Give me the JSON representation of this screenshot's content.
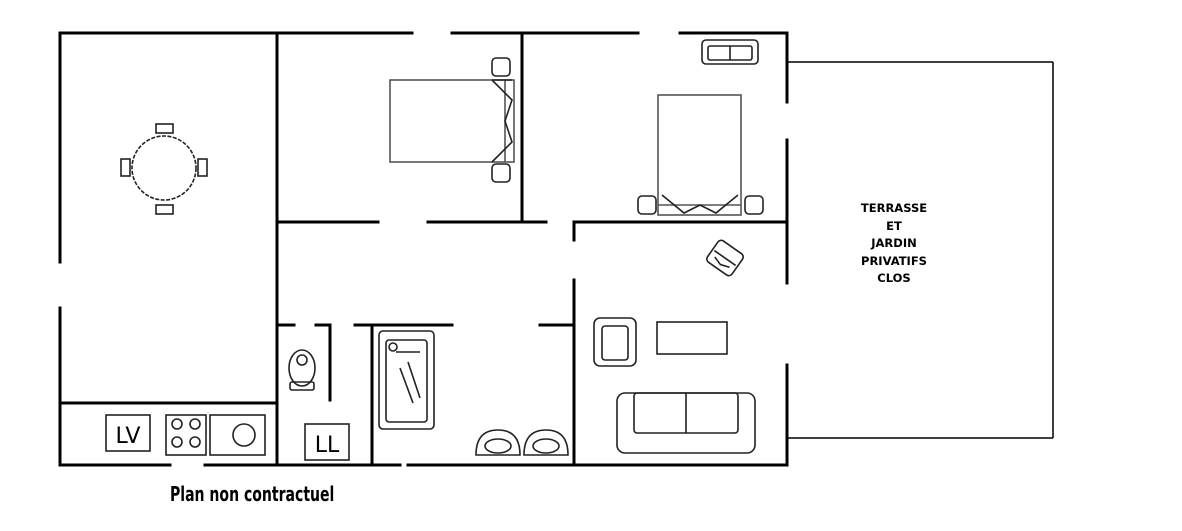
{
  "terrace": {
    "lines": [
      "TERRASSE",
      "ET",
      "JARDIN",
      "PRIVATIFS",
      "CLOS"
    ]
  },
  "appliances": {
    "washing_machine": "LV",
    "dishwasher": "LL"
  },
  "caption": "Plan non contractuel"
}
